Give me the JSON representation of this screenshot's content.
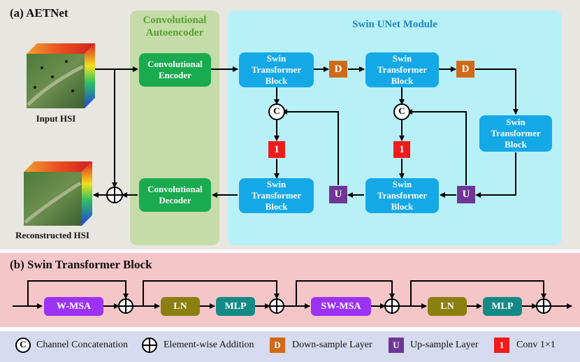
{
  "panel_a": {
    "title": "(a)  AETNet",
    "autoencoder_title": "Convolutional\nAutoencoder",
    "swin_title": "Swin UNet Module",
    "input_label": "Input HSI",
    "output_label": "Reconstructed HSI",
    "encoder": "Convolutional\nEncoder",
    "decoder": "Convolutional\nDecoder",
    "swin_block": "Swin\nTransformer\nBlock",
    "down": "D",
    "up": "U",
    "conv1": "1",
    "concat": "C"
  },
  "panel_b": {
    "title": "(b)  Swin Transformer Block",
    "blocks": [
      "W-MSA",
      "LN",
      "MLP",
      "SW-MSA",
      "LN",
      "MLP"
    ]
  },
  "legend": {
    "concat_symbol": "C",
    "concat_label": "Channel Concatenation",
    "add_label": "Element-wise Addition",
    "down_symbol": "D",
    "down_label": "Down-sample Layer",
    "up_symbol": "U",
    "up_label": "Up-sample Layer",
    "conv_symbol": "1",
    "conv_label": "Conv 1×1"
  },
  "colors": {
    "encoder_green": "#1aaa4f",
    "swin_blue": "#15a8e6",
    "down_orange": "#d06918",
    "up_purple": "#6f3696",
    "conv_red": "#ee1c1c",
    "wmsa_purple": "#9b32f5",
    "ln_olive": "#8a7f0f",
    "mlp_teal": "#138a86"
  }
}
